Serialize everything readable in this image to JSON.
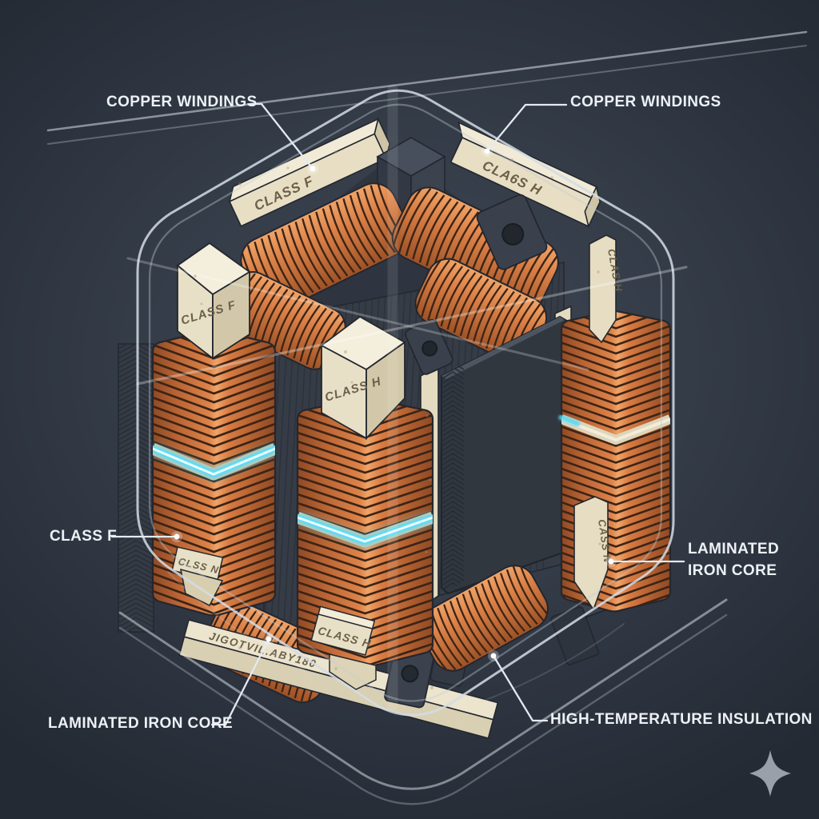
{
  "figure": {
    "kind": "isometric cutaway technical illustration",
    "subject": "Transformer with copper windings and laminated iron core inside translucent rounded enclosure",
    "background_color": "#333b47",
    "colors": {
      "copper": "#d97f46",
      "copper_dark": "#9a4f28",
      "winding_stripe": "#3c2415",
      "bobbin_cream": "#e7dec4",
      "core_slate": "#31373f",
      "glow_cyan": "#49d6f2",
      "glass_line": "#ccd6e0",
      "label_text": "#edf1f5"
    }
  },
  "callouts": {
    "copper_windings_left": "COPPER WINDINGS",
    "copper_windings_right": "COPPER WINDINGS",
    "class_f": "CLASS F",
    "laminated_iron_core_right_line1": "LAMINATED",
    "laminated_iron_core_right_line2": "IRON CORE",
    "laminated_iron_core_bottom": "LAMINATED IRON CORE",
    "high_temperature_insulation": "HIGH-TEMPERATURE INSULATION"
  },
  "markings": {
    "top_left_beam": "CLASS F",
    "top_right_beam": "CLA6S H",
    "left_wedge": "CLASS F",
    "center_wedge": "CLASS H",
    "bottom_tab": "CLASS H",
    "left_bottom_tab": "CLSS N",
    "right_tab": "CLAS H",
    "right_bottom_tab": "CASS N",
    "bottom_beam": "JIGOTVIL.ABY180"
  },
  "watermark": {
    "icon": "sparkle-icon",
    "color": "#98a0a9"
  }
}
